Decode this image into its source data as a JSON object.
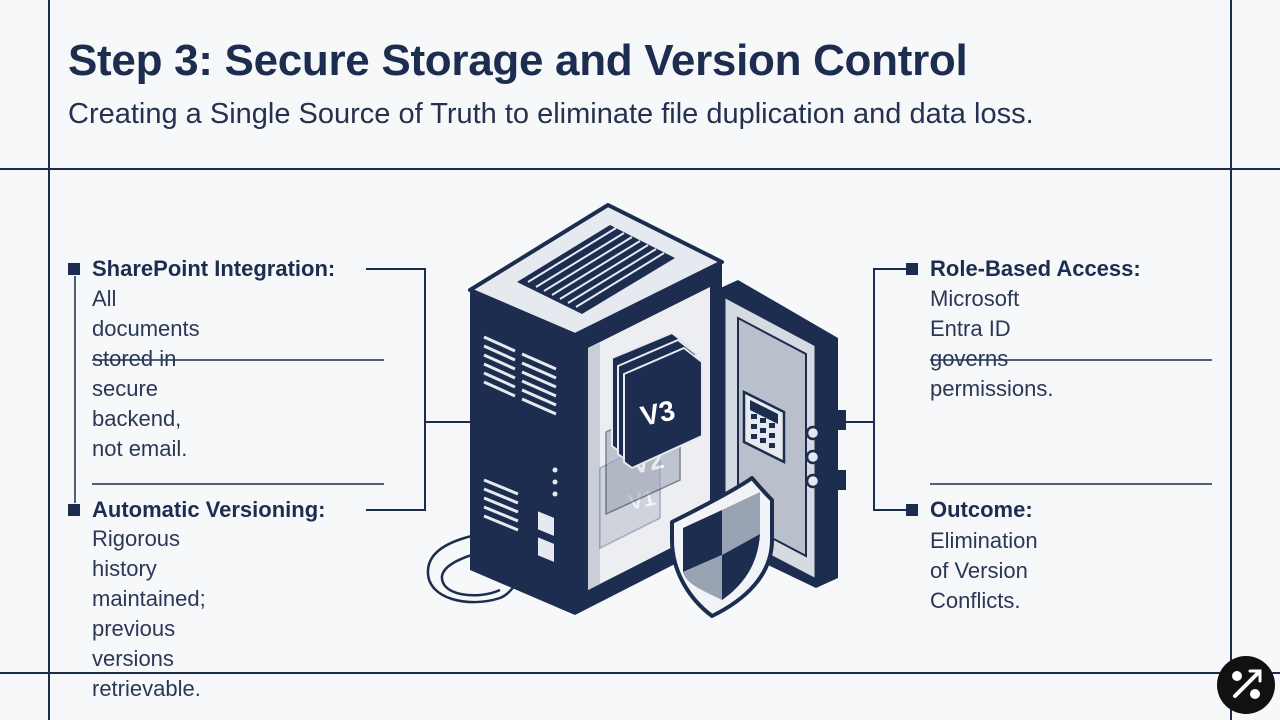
{
  "header": {
    "title": "Step 3: Secure Storage and Version Control",
    "subtitle": "Creating a Single Source of Truth to eliminate file duplication and data loss."
  },
  "callouts": {
    "sharepoint": {
      "heading": "SharePoint Integration:",
      "body": "All documents stored in\nsecure backend, not email."
    },
    "versioning": {
      "heading": "Automatic Versioning:",
      "body": "Rigorous history\nmaintained; previous\nversions retrievable."
    },
    "access": {
      "heading": "Role-Based Access:",
      "body": "Microsoft Entra ID\ngoverns permissions."
    },
    "outcome": {
      "heading": "Outcome:",
      "body": "Elimination of Version\nConflicts."
    }
  },
  "illustration": {
    "version_labels": [
      "V3",
      "V2",
      "V1"
    ]
  },
  "colors": {
    "navy": "#1d2d4f",
    "background": "#f7f8fa",
    "panel_light": "#e6e9ef",
    "panel_mid": "#b9c0cc"
  },
  "icons": [
    "server-cabinet-icon",
    "vault-door-icon",
    "keypad-icon",
    "shield-icon",
    "document-stack-icon",
    "cable-icon",
    "brand-logo-icon"
  ]
}
